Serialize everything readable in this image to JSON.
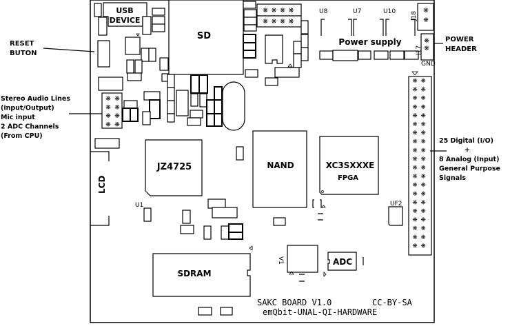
{
  "diagram": {
    "title": "SAKC BOARD V1.0",
    "license": "CC-BY-SA",
    "subtitle": "emQbit-UNAL-QI-HARDWARE",
    "components": {
      "usb": "USB\nDEVICE",
      "usb_line1": "USB",
      "usb_line2": "DEVICE",
      "sd": "SD",
      "cpu": "JZ4725",
      "nand": "NAND",
      "fpga_part": "XC3SXXXE",
      "fpga_label": "FPGA",
      "sdram": "SDRAM",
      "adc": "ADC",
      "lcd": "LCD",
      "power_supply": "Power supply"
    },
    "refdes": {
      "u8": "U8",
      "u7": "U7",
      "u10": "U10",
      "j18": "J18",
      "j17": "J17",
      "gnd": "GND",
      "u1": "U1",
      "uf2": "UF2",
      "v1": "V1"
    },
    "callouts": {
      "reset_line1": "RESET",
      "reset_line2": "BUTON",
      "power_line1": "POWER",
      "power_line2": "HEADER",
      "audio_lines": [
        "Stereo Audio Lines",
        "(input/Output)",
        "Mic input",
        "2 ADC Channels",
        "(From CPU)"
      ],
      "gpio_lines": [
        "25 Digital (I/O)",
        "+",
        "8 Analog (Input)",
        "General Purpose",
        "Signals"
      ]
    },
    "headers": {
      "gpio_rows": 20,
      "gpio_cols": 2,
      "audio_rows": 4,
      "audio_cols": 2,
      "top_rows": 2,
      "top_cols": 4
    },
    "pin_glyph": "❋"
  }
}
